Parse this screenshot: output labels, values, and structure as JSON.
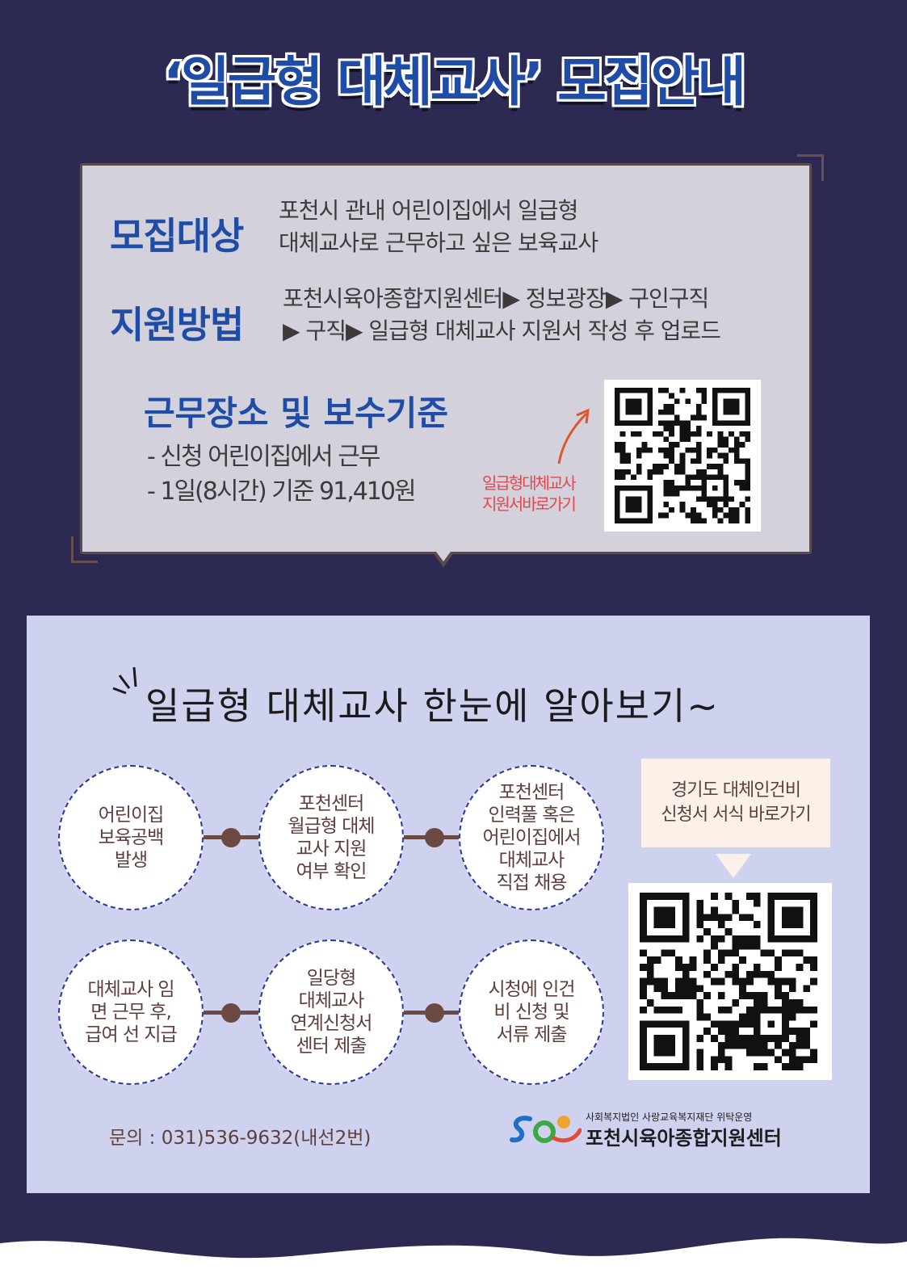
{
  "header": {
    "title": "‘일급형 대체교사’ 모집안내"
  },
  "recruitment": {
    "target_label": "모집대상",
    "target_lines": [
      "포천시 관내 어린이집에서 일급형",
      "대체교사로 근무하고 싶은 보육교사"
    ],
    "apply_label": "지원방법",
    "apply_lines": [
      "포천시육아종합지원센터▶ 정보광장▶ 구인구직",
      "▶ 구직▶ 일급형 대체교사 지원서 작성 후 업로드"
    ],
    "pay_title": "근무장소 및 보수기준",
    "pay_lines": [
      "- 신청 어린이집에서 근무",
      "- 1일(8시간) 기준 91,410원"
    ],
    "qr_note": [
      "일급형대체교사",
      "지원서바로가기"
    ]
  },
  "guide": {
    "title": "일급형 대체교사 한눈에 알아보기~",
    "steps": [
      "어린이집\n보육공백\n발생",
      "포천센터\n월급형 대체\n교사 지원\n여부 확인",
      "포천센터\n인력풀 혹은\n어린이집에서\n대체교사\n직접 채용",
      "대체교사 임\n면 근무 후,\n급여 선 지급",
      "일당형\n대체교사\n연계신청서\n센터 제출",
      "시청에 인건\n비 신청 및\n서류 제출"
    ],
    "callout": "경기도 대체인건비\n신청서 서식 바로가기"
  },
  "footer": {
    "contact": "문의 : 031)536-9632(내선2번)",
    "org_sub": "사회복지법인 사랑교육복지재단 위탁운영",
    "org_name": "포천시육아종합지원센터"
  },
  "colors": {
    "background": "#2c2a52",
    "accent_blue": "#1f4ca6",
    "panel": "#d3d2dc",
    "guide_panel": "#cfd2ef",
    "note_red": "#e8444b",
    "brown": "#5e3f3a"
  }
}
